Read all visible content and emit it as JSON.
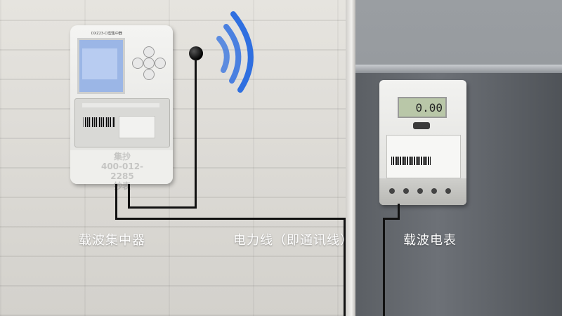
{
  "labels": {
    "concentrator": "载波集中器",
    "powerline": "电力线（即通讯线）",
    "meter": "载波电表"
  },
  "concentrator_device": {
    "model": "DXZ23-CI型集中器",
    "seal_top": "集抄",
    "seal_mid": "400-012-2285",
    "seal_bottom": "抄表"
  },
  "meter_device": {
    "reading": "0.00"
  },
  "colors": {
    "label_text": "#ffffff",
    "wire": "#111111",
    "signal_blue": "#2f6fe0"
  }
}
